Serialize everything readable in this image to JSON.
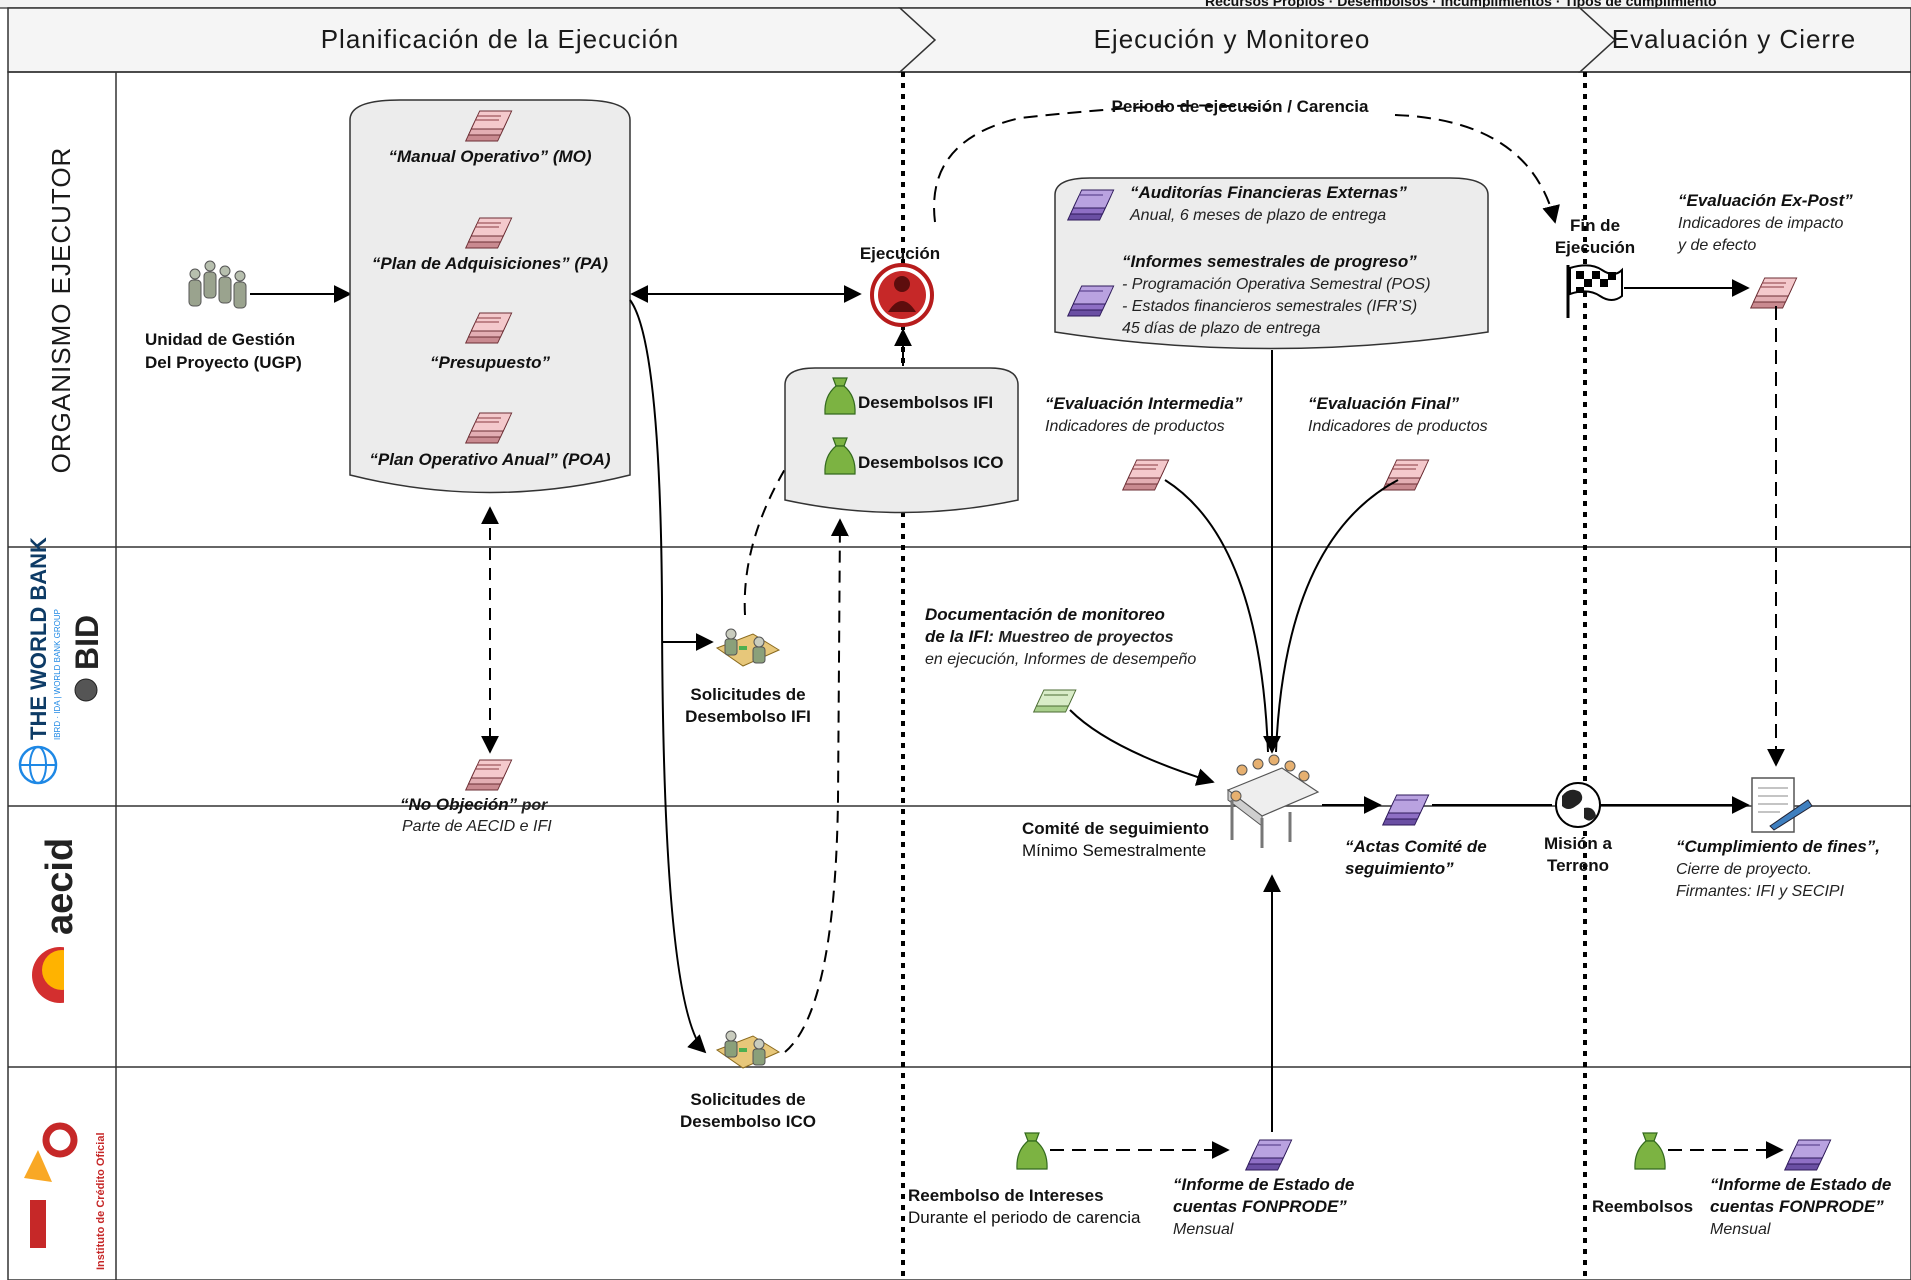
{
  "header": {
    "top_legend": "Recursos Propios · Desembolsos · Incumplimientos · Tipos de cumplimiento",
    "phases": [
      "Planificación de la Ejecución",
      "Ejecución y Monitoreo",
      "Evaluación y Cierre"
    ]
  },
  "lanes": {
    "organismo": "ORGANISMO EJECUTOR",
    "worldbank": "THE WORLD BANK",
    "worldbank_sub": "IBRD · IDA | WORLD BANK GROUP",
    "bid": "BID",
    "aecid": "aecid",
    "ico_sub": "Instituto de Crédito Oficial",
    "ico": "ICO"
  },
  "planning": {
    "ugp_line1": "Unidad de Gestión",
    "ugp_line2": "Del Proyecto (UGP)",
    "docs": [
      "“Manual Operativo” (MO)",
      "“Plan de Adquisiciones” (PA)",
      "“Presupuesto”",
      "“Plan Operativo Anual” (POA)"
    ],
    "no_objecion_bold": "“No Objeción”",
    "no_objecion_rest": " por",
    "no_objecion_line2": "Parte de AECID e IFI",
    "solicitud_ifi_1": "Solicitudes de",
    "solicitud_ifi_2": "Desembolso IFI",
    "solicitud_ico_1": "Solicitudes de",
    "solicitud_ico_2": "Desembolso ICO",
    "desembolsos_ifi": "Desembolsos IFI",
    "desembolsos_ico": "Desembolsos ICO"
  },
  "execution": {
    "ejecucion": "Ejecución",
    "periodo": "Periodo de ejecución / Carencia",
    "auditorias_title": "“Auditorías Financieras Externas”",
    "auditorias_sub": "Anual, 6 meses de plazo de entrega",
    "informes_title": "“Informes semestrales de progreso”",
    "informes_l1": "- Programación Operativa Semestral (POS)",
    "informes_l2": "- Estados financieros semestrales (IFR’S)",
    "informes_l3": "45 días de plazo de entrega",
    "eval_intermedia_title": "“Evaluación Intermedia”",
    "eval_intermedia_sub": "Indicadores de productos",
    "eval_final_title": "“Evaluación Final”",
    "eval_final_sub": "Indicadores de productos",
    "doc_mon_1": "Documentación de monitoreo",
    "doc_mon_2_bold": "de la IFI:",
    "doc_mon_2_rest": " Muestreo de proyectos",
    "doc_mon_3": "en ejecución, Informes de desempeño",
    "comite_title": "Comité de seguimiento",
    "comite_sub": "Mínimo Semestralmente",
    "actas_1": "“Actas Comité de",
    "actas_2": "seguimiento”",
    "reembolso_title": "Reembolso de Intereses",
    "reembolso_sub": "Durante el periodo de carencia",
    "informe_estado_1": "“Informe de Estado de",
    "informe_estado_2": "cuentas FONPRODE”",
    "informe_estado_3": "Mensual"
  },
  "closing": {
    "fin_1": "Fin de",
    "fin_2": "Ejecución",
    "ex_post_title": "“Evaluación Ex-Post”",
    "ex_post_l1": "Indicadores de impacto",
    "ex_post_l2": "y de efecto",
    "mision_1": "Misión a",
    "mision_2": "Terreno",
    "cumplimiento_title": "“Cumplimiento de fines”,",
    "cumplimiento_l1": "Cierre de proyecto.",
    "cumplimiento_l2": "Firmantes: IFI y SECIPI",
    "reembolsos": "Reembolsos",
    "informe_estado_1": "“Informe de Estado de",
    "informe_estado_2": "cuentas FONPRODE”",
    "informe_estado_3": "Mensual"
  },
  "colors": {
    "doc_pink": "#e8b4b8",
    "doc_purple": "#8e6fc4",
    "doc_green": "#c8e0b0",
    "bag_green": "#7cb342",
    "ejecucion_red": "#b71c1c",
    "box_fill": "#ececec"
  }
}
